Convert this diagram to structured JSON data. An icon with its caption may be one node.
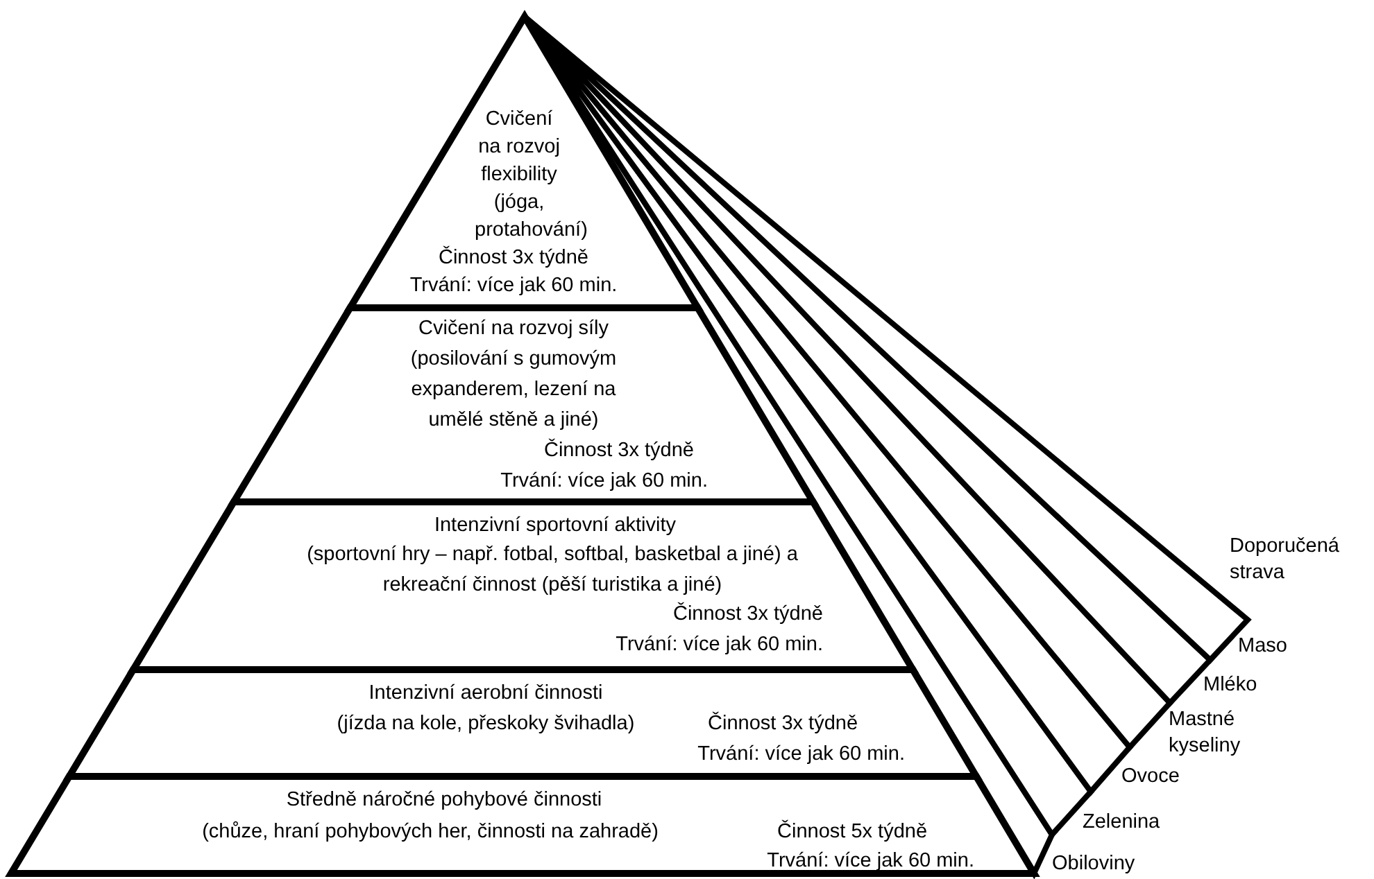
{
  "diagram": {
    "nodes": [
      {
        "text": [
          "Cvičení na rozvoj flexibility (jóga, protahování)",
          "Činnost 3x týdně",
          "Trvání: více jak 60 min."
        ]
      },
      {
        "text": [
          "Cvičení na rozvoj síly (posilování s gumovým expanderem, lezení na umělé stěně a jiné)",
          "Činnost 3x týdně",
          "Trvání: více jak 60 min."
        ]
      },
      {
        "text": [
          "Intenzivní sportovní aktivity",
          "(sportovní hry – např. fotbal, softbal, basketbal a jiné) a rekreační činnost (pěší turistika a jiné)",
          "Činnost 3x týdně",
          "Trvání: více jak 60 min."
        ]
      },
      {
        "text": [
          "Intenzivní aerobní činnosti",
          "(jízda na kole, přeskoky švihadla)",
          "Činnost 3x týdně",
          "Trvání: více jak 60 min."
        ]
      },
      {
        "text": [
          "Středně náročné pohybové činnosti",
          "(chůze, hraní pohybových her, činnosti na zahradě)",
          "Činnost 5x týdně",
          "Trvání: více jak 60 min."
        ]
      }
    ],
    "labels": [
      "Doporučená strava",
      "Maso",
      "Mléko",
      "Mastné kyseliny",
      "Ovoce",
      "Zelenina",
      "Obiloviny"
    ]
  }
}
